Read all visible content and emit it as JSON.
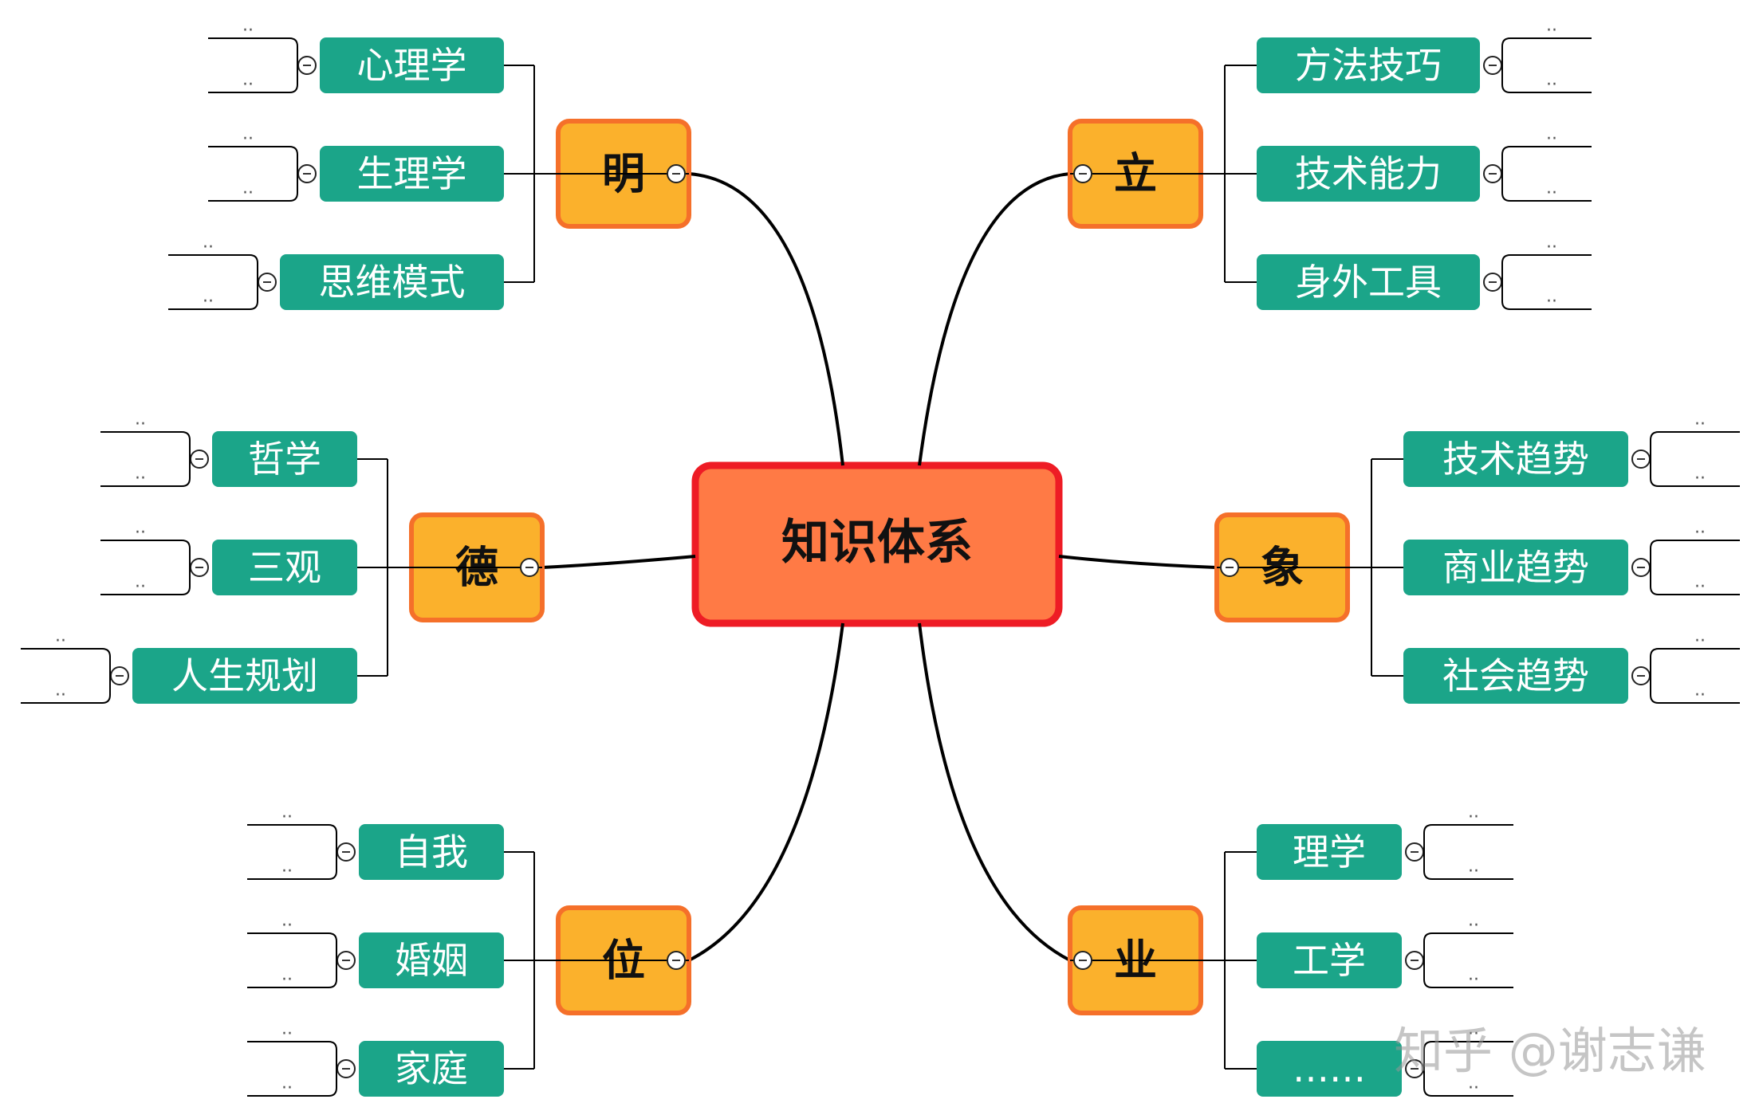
{
  "root": {
    "label": "知识体系"
  },
  "branches": [
    {
      "label": "明",
      "children": [
        {
          "label": "心理学",
          "leaves": [
            "..",
            ".."
          ]
        },
        {
          "label": "生理学",
          "leaves": [
            "..",
            ".."
          ]
        },
        {
          "label": "思维模式",
          "leaves": [
            "..",
            ".."
          ]
        }
      ]
    },
    {
      "label": "立",
      "children": [
        {
          "label": "方法技巧",
          "leaves": [
            "..",
            ".."
          ]
        },
        {
          "label": "技术能力",
          "leaves": [
            "..",
            ".."
          ]
        },
        {
          "label": "身外工具",
          "leaves": [
            "..",
            ".."
          ]
        }
      ]
    },
    {
      "label": "德",
      "children": [
        {
          "label": "哲学",
          "leaves": [
            "..",
            ".."
          ]
        },
        {
          "label": "三观",
          "leaves": [
            "..",
            ".."
          ]
        },
        {
          "label": "人生规划",
          "leaves": [
            "..",
            ".."
          ]
        }
      ]
    },
    {
      "label": "象",
      "children": [
        {
          "label": "技术趋势",
          "leaves": [
            "..",
            ".."
          ]
        },
        {
          "label": "商业趋势",
          "leaves": [
            "..",
            ".."
          ]
        },
        {
          "label": "社会趋势",
          "leaves": [
            "..",
            ".."
          ]
        }
      ]
    },
    {
      "label": "位",
      "children": [
        {
          "label": "自我",
          "leaves": [
            "..",
            ".."
          ]
        },
        {
          "label": "婚姻",
          "leaves": [
            "..",
            ".."
          ]
        },
        {
          "label": "家庭",
          "leaves": [
            "..",
            ".."
          ]
        }
      ]
    },
    {
      "label": "业",
      "children": [
        {
          "label": "理学",
          "leaves": [
            "..",
            ".."
          ]
        },
        {
          "label": "工学",
          "leaves": [
            "..",
            ".."
          ]
        },
        {
          "label": "……",
          "leaves": [
            "..",
            ".."
          ]
        }
      ]
    }
  ],
  "watermark": "知乎 @谢志谦",
  "colors": {
    "root_fill": "#FF7A45",
    "root_border": "#EE1C25",
    "main_fill": "#FBB12C",
    "main_border": "#F5702A",
    "sub_fill": "#1BA589",
    "sub_text": "#FFFFFF"
  }
}
